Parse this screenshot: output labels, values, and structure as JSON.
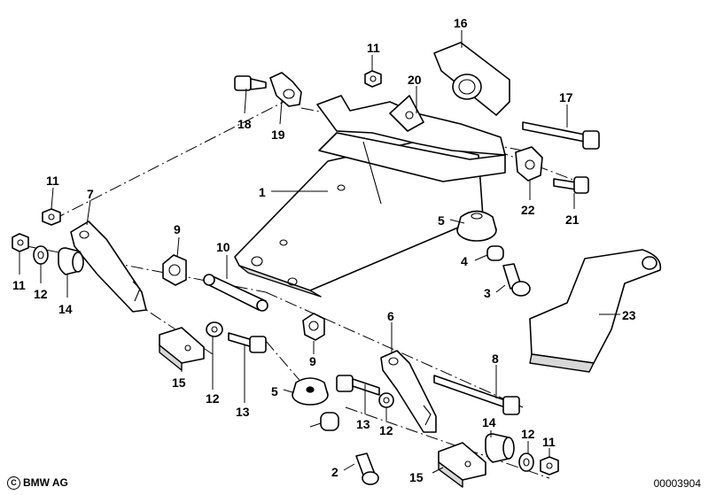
{
  "callouts": [
    "1",
    "2",
    "3",
    "4",
    "5",
    "5",
    "6",
    "7",
    "8",
    "9",
    "9",
    "10",
    "11",
    "11",
    "11",
    "11",
    "12",
    "12",
    "12",
    "12",
    "13",
    "13",
    "14",
    "14",
    "15",
    "15",
    "16",
    "17",
    "18",
    "19",
    "20",
    "21",
    "22",
    "23"
  ],
  "footer": {
    "copyright": "BMW AG",
    "diagram_id": "00003904"
  }
}
